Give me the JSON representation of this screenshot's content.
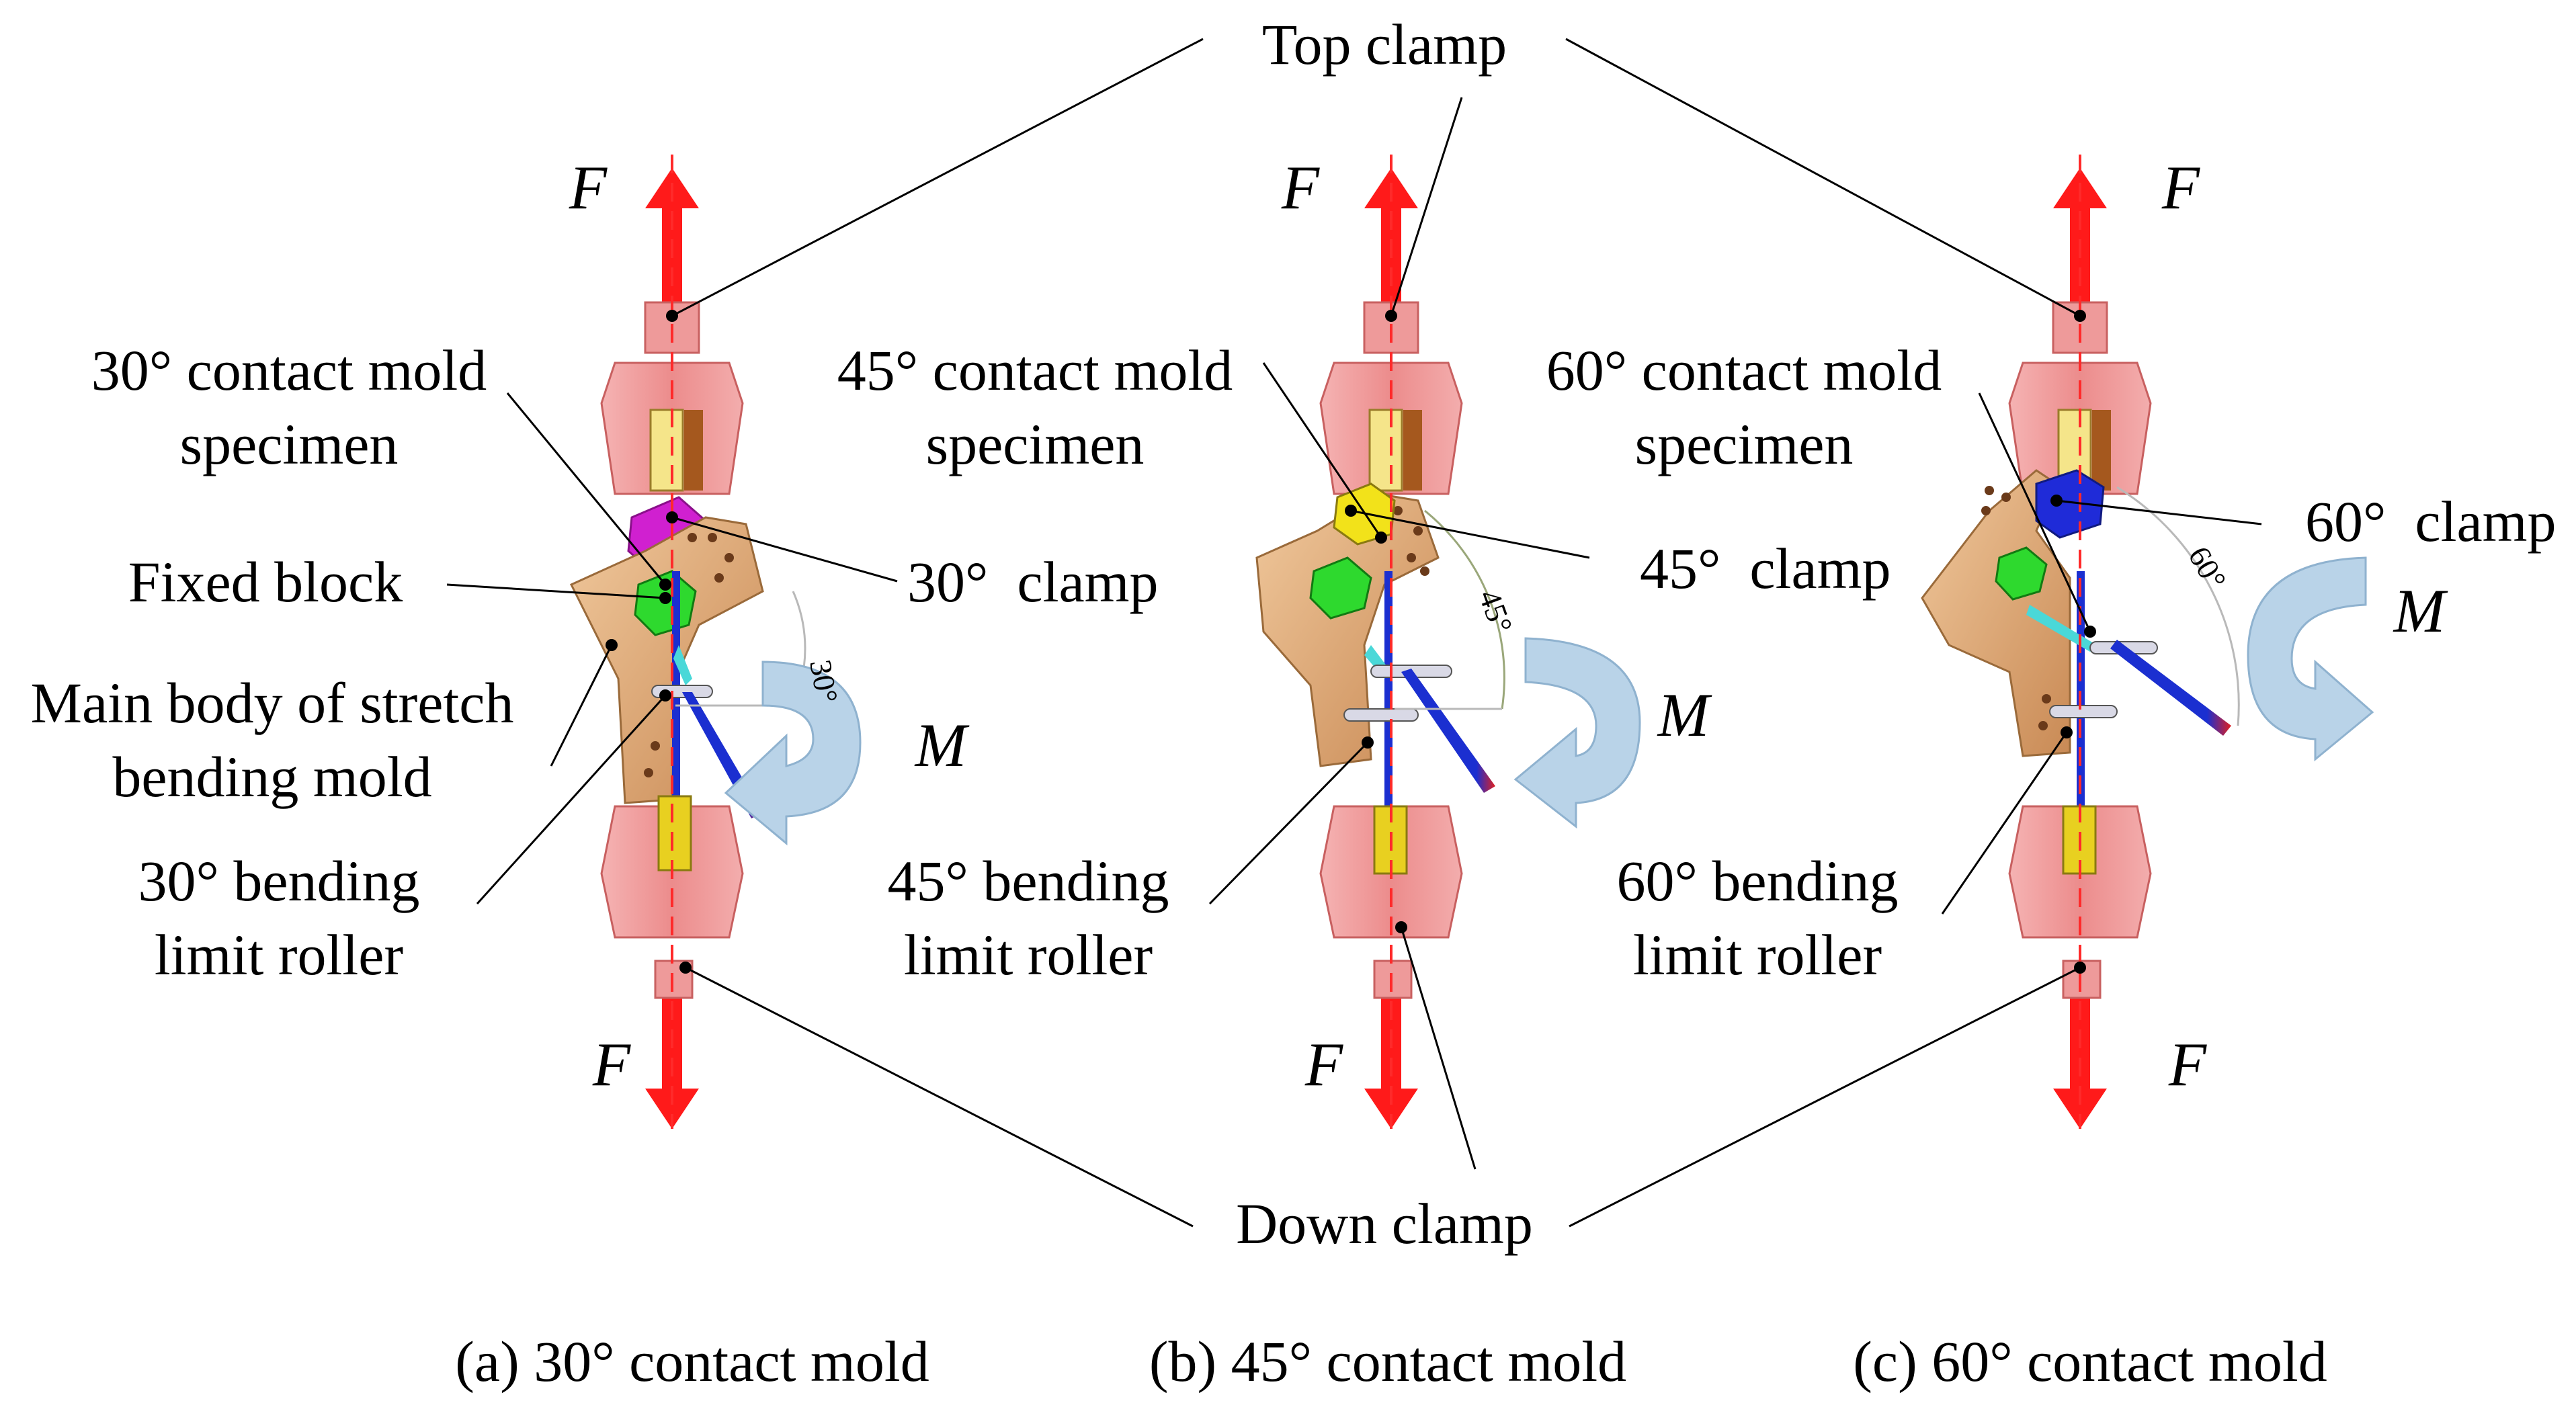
{
  "shared_labels": {
    "top_clamp": "Top clamp",
    "down_clamp": "Down clamp",
    "force": "F",
    "moment": "M"
  },
  "panels": [
    {
      "id": "a",
      "caption": "(a) 30° contact mold",
      "specimen_label_1": "30° contact mold",
      "specimen_label_2": "specimen",
      "clamp_label": "30°  clamp",
      "fixed_block_label": "Fixed block",
      "main_body_label_1": "Main body of stretch",
      "main_body_label_2": "bending mold",
      "roller_label_1": "30° bending",
      "roller_label_2": "limit roller",
      "angle_label": "30°",
      "angle_deg": 30,
      "clamp_color": "#d020d0"
    },
    {
      "id": "b",
      "caption": "(b) 45° contact mold",
      "specimen_label_1": "45° contact mold",
      "specimen_label_2": "specimen",
      "clamp_label": "45°  clamp",
      "roller_label_1": "45° bending",
      "roller_label_2": "limit roller",
      "angle_label": "45°",
      "angle_deg": 45,
      "clamp_color": "#f2e21a"
    },
    {
      "id": "c",
      "caption": "(c) 60° contact mold",
      "specimen_label_1": "60° contact mold",
      "specimen_label_2": "specimen",
      "clamp_label": "60°  clamp",
      "roller_label_1": "60° bending",
      "roller_label_2": "limit roller",
      "angle_label": "60°",
      "angle_deg": 60,
      "clamp_color": "#1f2bd8"
    }
  ],
  "colors": {
    "force_arrow": "#ff1a1a",
    "clamp_body": "#f29a9a",
    "mold_body": "#e0aa78",
    "fixed_block": "#2ed92e",
    "moment_arrow": "#b9d3e8",
    "leader_line": "#000000"
  }
}
